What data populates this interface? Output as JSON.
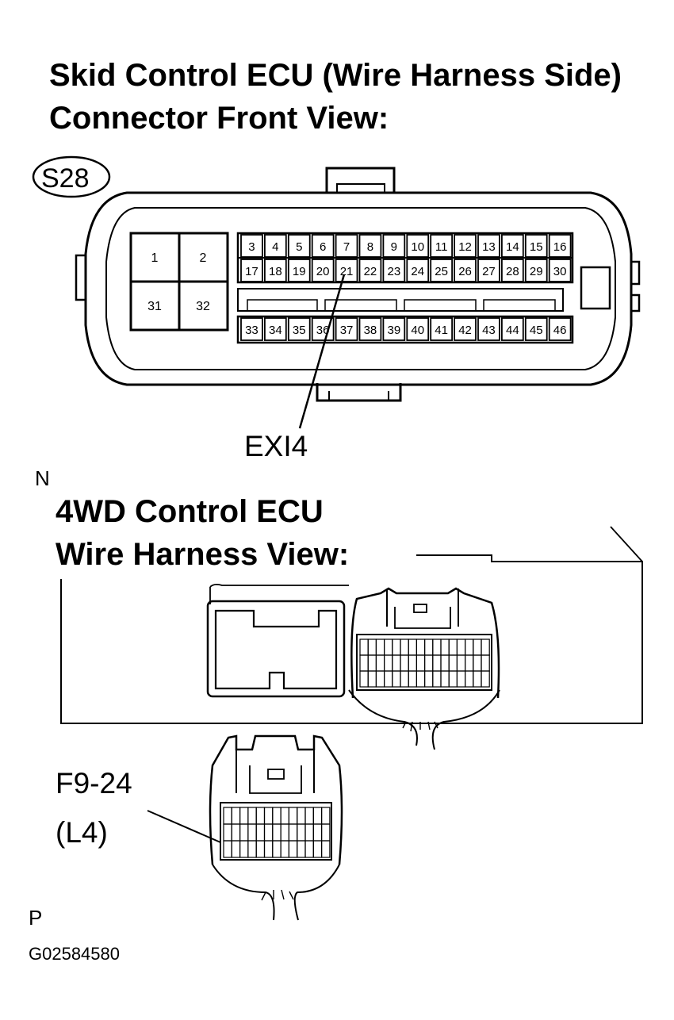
{
  "skid_section": {
    "title_line1": "Skid Control ECU (Wire Harness Side)",
    "title_line2": "Connector Front View:",
    "connector_code": "S28",
    "large_pins": [
      "1",
      "2",
      "31",
      "32"
    ],
    "pin_rows": [
      [
        "3",
        "4",
        "5",
        "6",
        "7",
        "8",
        "9",
        "10",
        "11",
        "12",
        "13",
        "14",
        "15",
        "16"
      ],
      [
        "17",
        "18",
        "19",
        "20",
        "21",
        "22",
        "23",
        "24",
        "25",
        "26",
        "27",
        "28",
        "29",
        "30"
      ],
      [
        "33",
        "34",
        "35",
        "36",
        "37",
        "38",
        "39",
        "40",
        "41",
        "42",
        "43",
        "44",
        "45",
        "46"
      ]
    ],
    "terminal_label": "EXI4"
  },
  "marker_n": "N",
  "ecu_section": {
    "title_line1": "4WD Control ECU",
    "title_line2": "Wire Harness View:",
    "connector_label_line1": "F9-24",
    "connector_label_line2": "(L4)"
  },
  "marker_p": "P",
  "figure_code": "G02584580"
}
